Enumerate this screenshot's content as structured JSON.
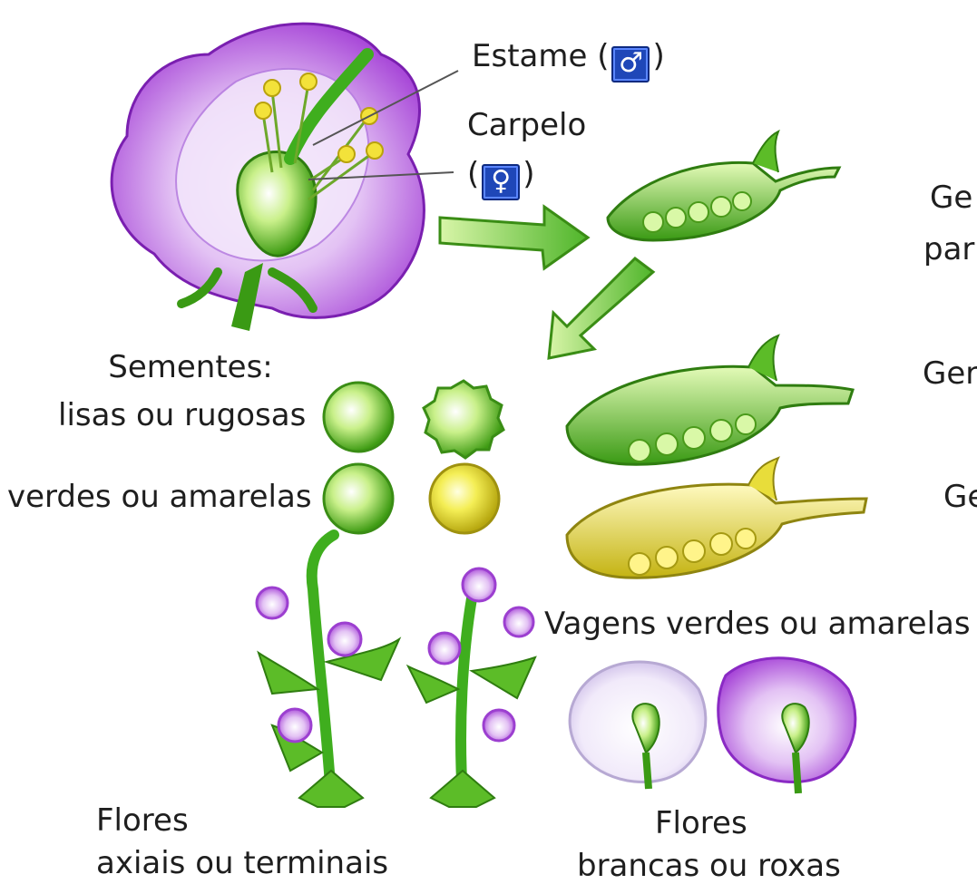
{
  "labels": {
    "stamen": "Estame (",
    "stamen_close": ")",
    "male_symbol": "♂",
    "carpel": "Carpelo",
    "carpel_open": "(",
    "carpel_close": ")",
    "female_symbol": "♀",
    "gen_parental_line1": "Ge",
    "gen_parental_line2": "par",
    "gen_f1": "Ger",
    "gen_f2": "Ge",
    "seeds_title": "Sementes:",
    "seeds_shape": "lisas ou rugosas",
    "seeds_color": "verdes ou amarelas",
    "pods": "Vagens verdes ou amarelas",
    "flowers_position_line1": "Flores",
    "flowers_position_line2": "axiais ou terminais",
    "flowers_color_line1": "Flores",
    "flowers_color_line2": "brancas ou roxas"
  },
  "icons": {
    "male": "male-symbol-icon",
    "female": "female-symbol-icon"
  },
  "colors": {
    "purple": "#a53ad8",
    "light_purple": "#e6c8f5",
    "green": "#3fae1e",
    "light_green": "#b8ec7a",
    "yellow": "#e3d81a",
    "symbol_blue": "#1f47b8"
  }
}
